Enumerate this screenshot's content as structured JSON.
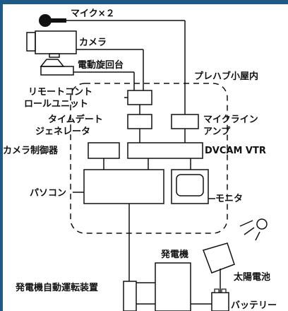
{
  "labels": {
    "mic": "マイク×２",
    "camera": "カメラ",
    "pan_tilt": "電動旋回台",
    "prefab": "プレハブ小屋内",
    "remote_control_1": "リモートコント",
    "remote_control_2": "ロールユニット",
    "time_date_1": "タイムデート",
    "time_date_2": "ジェネレータ",
    "mic_line_amp_1": "マイクライン",
    "mic_line_amp_2": "アンプ",
    "camera_ctrl": "カメラ制御器",
    "vtr": "DVCAM VTR",
    "pc": "パソコン",
    "monitor": "モニタ",
    "generator": "発電機",
    "auto_gen": "発電機自動運転装置",
    "solar": "太陽電池",
    "battery": "バッテリー"
  }
}
